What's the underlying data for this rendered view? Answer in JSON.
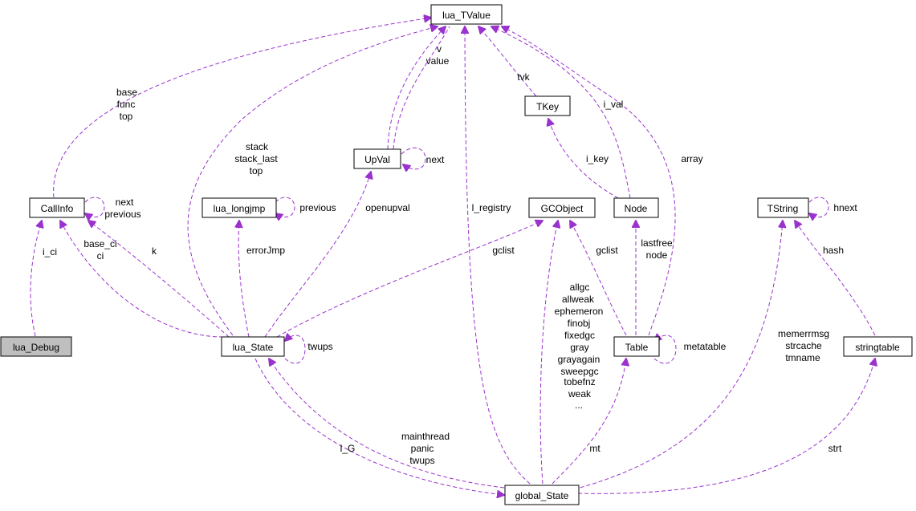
{
  "colors": {
    "edge": "#9a32cd",
    "node_border": "#000000",
    "node_fill": "#ffffff",
    "focus_fill": "#bfbfbf"
  },
  "nodes": {
    "lua_TValue": "lua_TValue",
    "CallInfo": "CallInfo",
    "lua_Debug": "lua_Debug",
    "UpVal": "UpVal",
    "lua_longjmp": "lua_longjmp",
    "lua_State": "lua_State",
    "TKey": "TKey",
    "GCObject": "GCObject",
    "Node": "Node",
    "Table": "Table",
    "TString": "TString",
    "stringtable": "stringtable",
    "global_State": "global_State"
  },
  "edges": {
    "callinfo_tvalue": [
      "base",
      "func",
      "top"
    ],
    "upval_tvalue": [
      "v",
      "value"
    ],
    "tkey_tvalue": [
      "tvk"
    ],
    "node_tvalue": [
      "i_val"
    ],
    "table_tvalue": [
      "array"
    ],
    "state_tvalue": [
      "stack",
      "stack_last",
      "top"
    ],
    "global_tvalue": [
      "l_registry"
    ],
    "upval_self": [
      "next"
    ],
    "callinfo_self": [
      "next",
      "previous"
    ],
    "longjmp_self": [
      "previous"
    ],
    "tstring_self": [
      "hnext"
    ],
    "state_self": [
      "twups"
    ],
    "table_self": [
      "metatable"
    ],
    "debug_callinfo": [
      "i_ci"
    ],
    "state_callinfo_a": [
      "base_ci",
      "ci"
    ],
    "state_callinfo_b": [
      "k"
    ],
    "state_longjmp": [
      "errorJmp"
    ],
    "state_upval": [
      "openupval"
    ],
    "state_gcobject": [
      "gclist"
    ],
    "global_gcobject": [
      "allgc",
      "allweak",
      "ephemeron",
      "finobj",
      "fixedgc",
      "gray",
      "grayagain",
      "sweepgc",
      "tobefnz",
      "weak",
      "..."
    ],
    "table_gcobject": [
      "gclist"
    ],
    "node_tkey": [
      "i_key"
    ],
    "table_node": [
      "lastfree",
      "node"
    ],
    "global_table": [
      "mt"
    ],
    "global_tstring": [
      "memerrmsg",
      "strcache",
      "tmname"
    ],
    "stringtable_tstring": [
      "hash"
    ],
    "global_stringtable": [
      "strt"
    ],
    "state_global": [
      "l_G"
    ],
    "global_state": [
      "mainthread",
      "panic",
      "twups"
    ]
  }
}
